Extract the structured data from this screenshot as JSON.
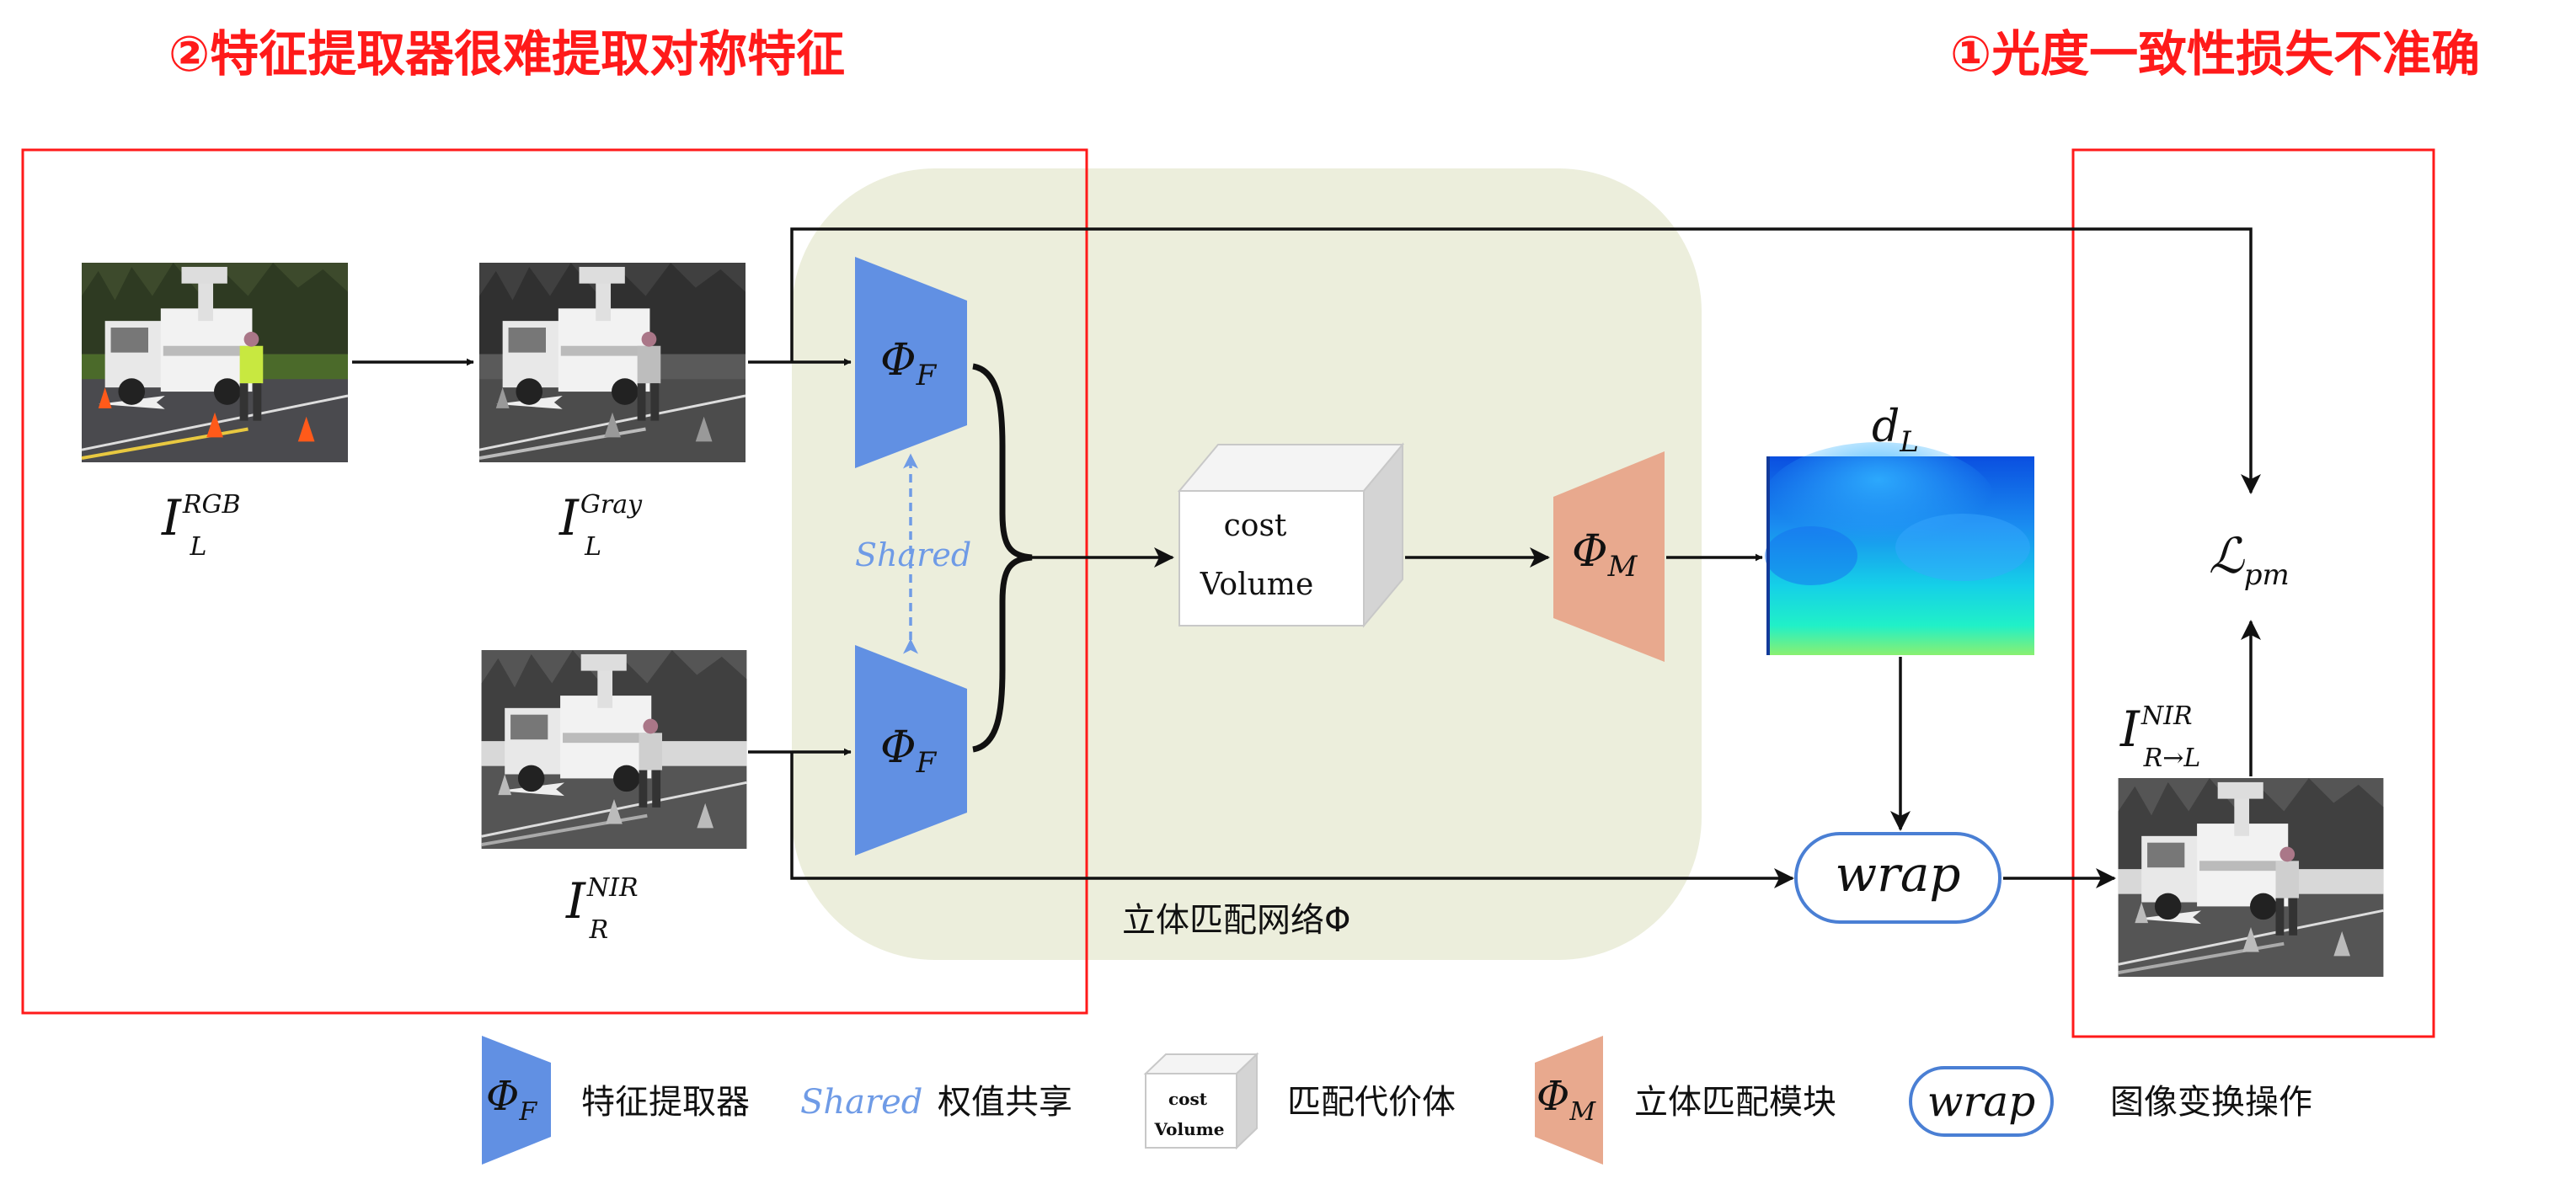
{
  "annotations": {
    "left_title": "②特征提取器很难提取对称特征",
    "right_title": "①光度一致性损失不准确"
  },
  "network_label": "立体匹配网络Φ",
  "images": {
    "rgb_label": {
      "base": "I",
      "sup": "RGB",
      "sub": "L"
    },
    "gray_label": {
      "base": "I",
      "sup": "Gray",
      "sub": "L"
    },
    "nir_label": {
      "base": "I",
      "sup": "NIR",
      "sub": "R"
    },
    "warped_label": {
      "base": "I",
      "sup": "NIR",
      "sub": "R→L"
    }
  },
  "modules": {
    "feature_extractor": {
      "base": "Φ",
      "sub": "F"
    },
    "matching_module": {
      "base": "Φ",
      "sub": "M"
    },
    "shared_text": "Shared",
    "cost_volume_line1": "cost",
    "cost_volume_line2": "Volume",
    "disparity_label": {
      "base": "d",
      "sub": "L"
    },
    "wrap_text": "wrap",
    "loss_label": {
      "base": "ℒ",
      "sub": "pm"
    }
  },
  "legend": {
    "feature_extractor_desc": "特征提取器",
    "shared_text": "Shared",
    "shared_desc": "权值共享",
    "cost_line1": "cost",
    "cost_line2": "Volume",
    "cost_desc": "匹配代价体",
    "matching_desc": "立体匹配模块",
    "wrap_text": "wrap",
    "wrap_desc": "图像变换操作"
  },
  "colors": {
    "annotation_red": "#ff1a1a",
    "network_bg": "#eceedc",
    "feature_blue": "#6190e3",
    "shared_blue": "#6f9be6",
    "matching_salmon": "#e8a98e",
    "wrap_border": "#4a7fd4",
    "cube_front": "#ffffff",
    "cube_side": "#d4d4d4"
  },
  "icons": {
    "feature_extractor": "trapezoid-shape",
    "cost_volume": "cube-shape",
    "matching_module": "trapezoid-shape",
    "wrap": "rounded-pill-shape"
  }
}
